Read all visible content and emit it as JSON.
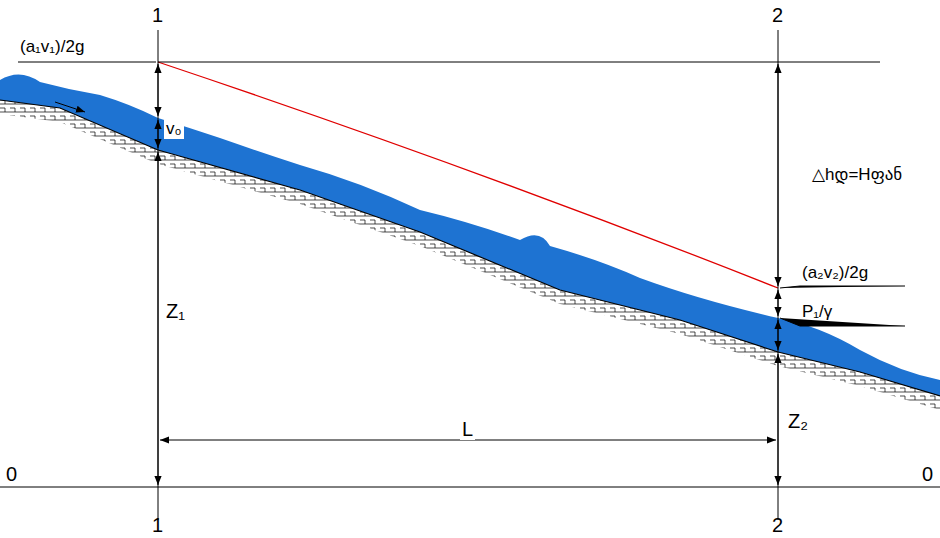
{
  "diagram": {
    "labels": [
      "1",
      "2",
      "(a₁v₁)/2g",
      "v₀",
      "Z₁",
      "△hდ=Hფან",
      "(a₂v₂)/2g",
      "P₁/γ",
      "L",
      "Z₂",
      "0",
      "0",
      "1",
      "2"
    ]
  }
}
